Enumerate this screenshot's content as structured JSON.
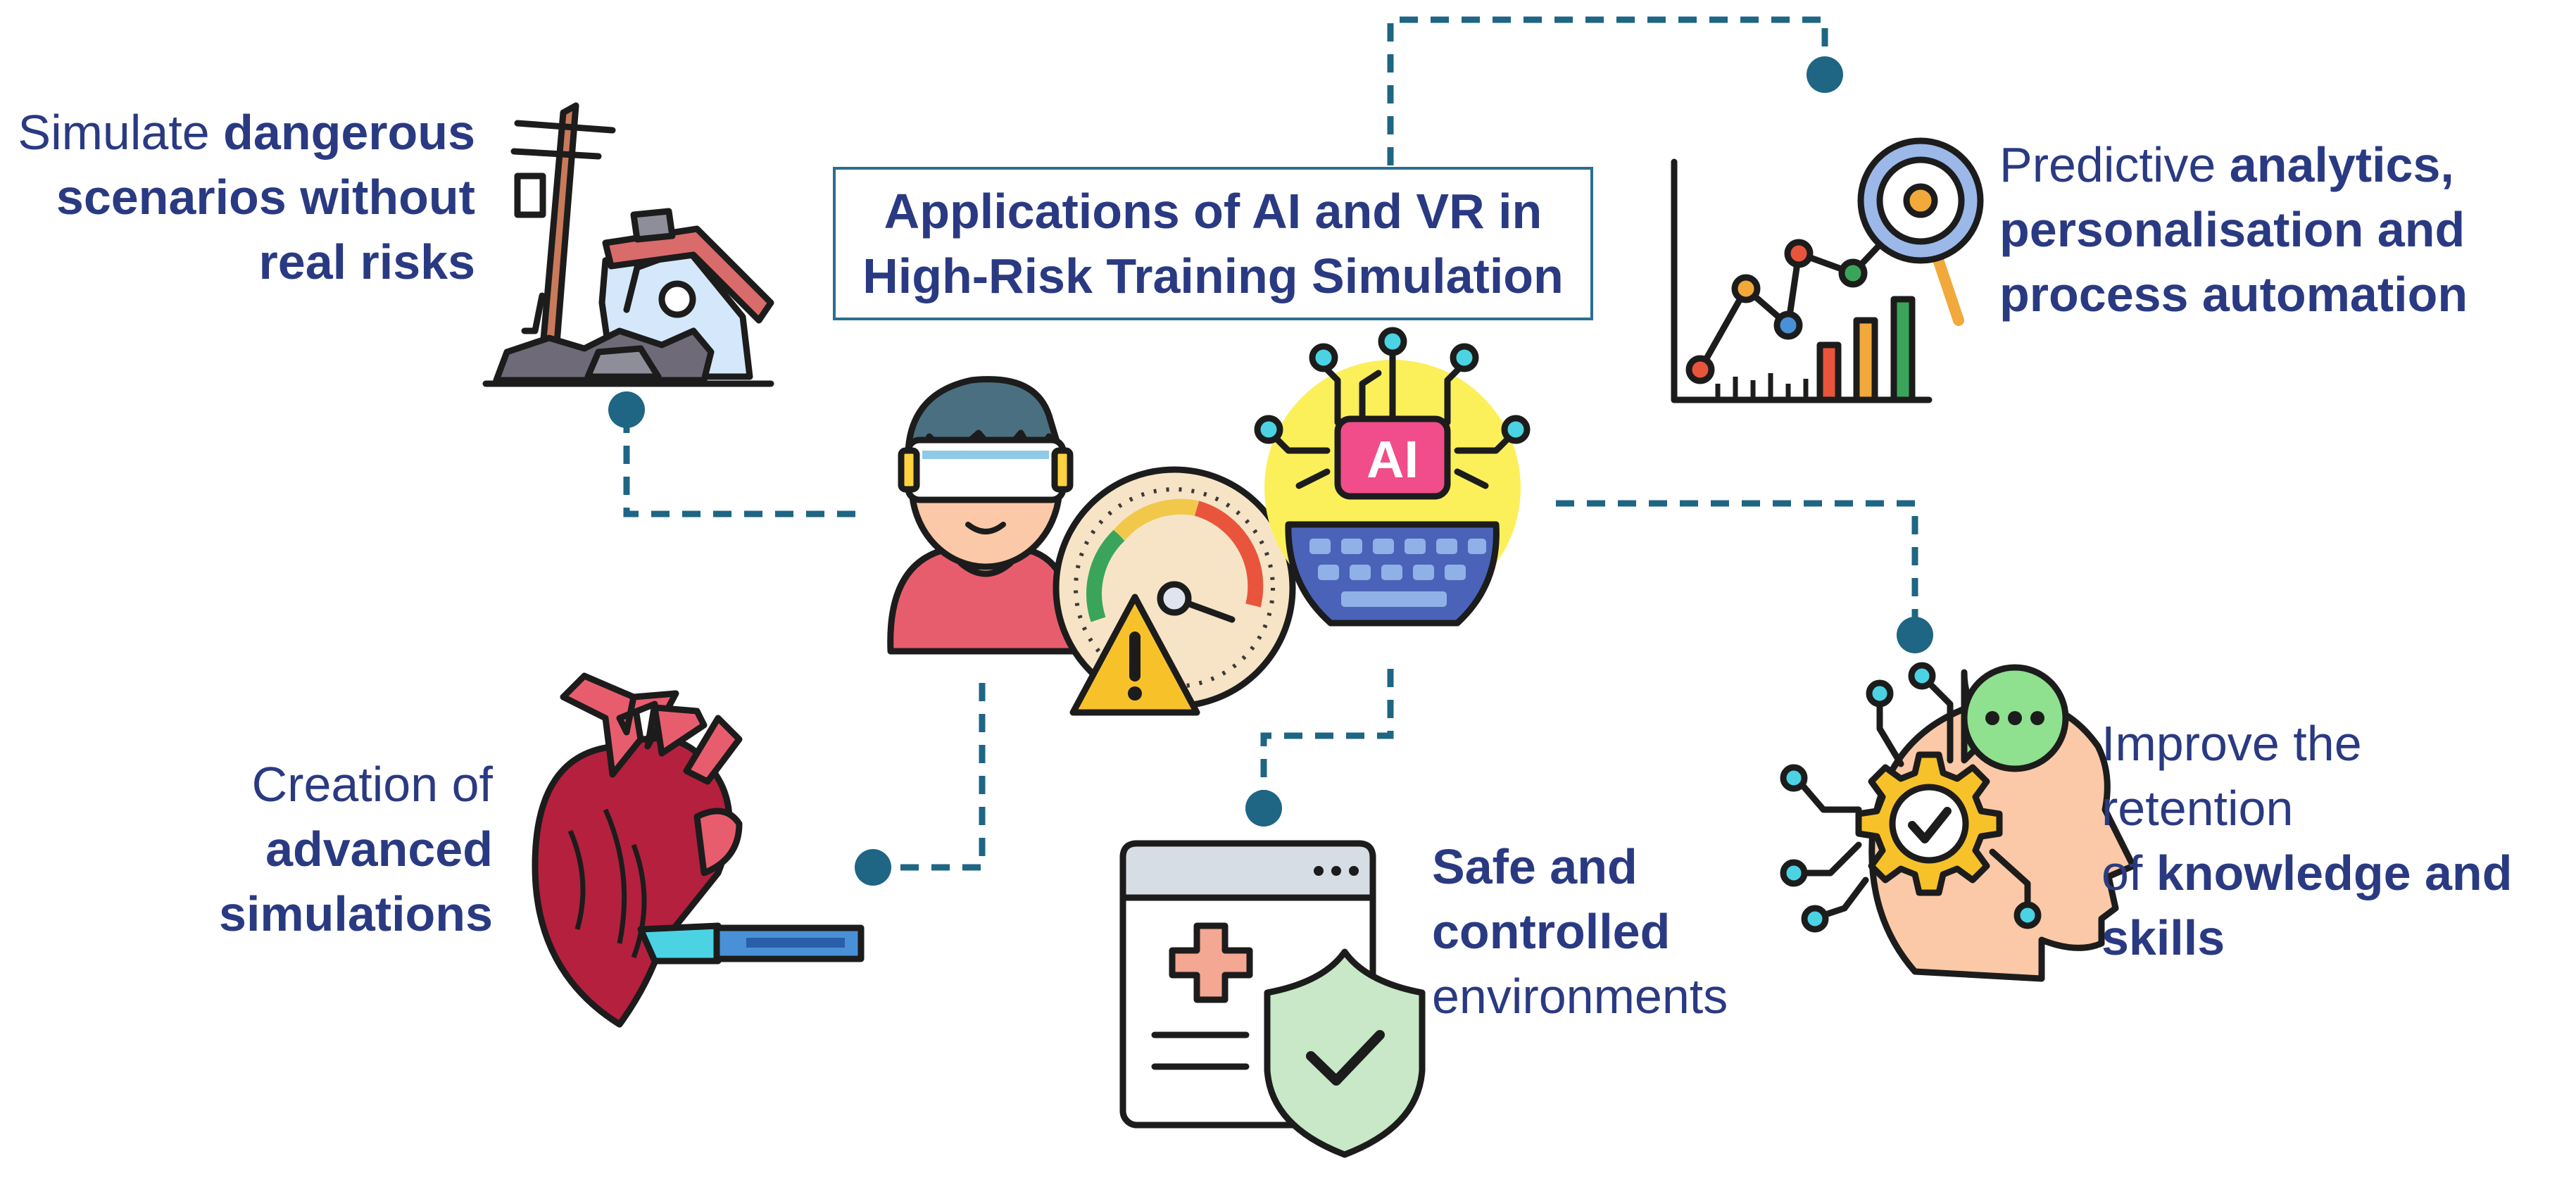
{
  "title": {
    "line1": "Applications of AI and VR in",
    "line2": "High-Risk Training Simulation"
  },
  "nodes": {
    "dangerous": {
      "line1_a": "Simulate ",
      "line1_b": "dangerous",
      "line2": "scenarios without",
      "line3": "real risks"
    },
    "analytics": {
      "line1_a": "Predictive ",
      "line1_b": "analytics,",
      "line2": "personalisation and",
      "line3": "process automation"
    },
    "simulations": {
      "line1": "Creation of",
      "line2": "advanced",
      "line3": "simulations"
    },
    "safe": {
      "line1": "Safe and",
      "line2": "controlled",
      "line3": "environments"
    },
    "retention": {
      "line1": "Improve the retention",
      "line2_a": "of ",
      "line2_b": "knowledge and",
      "line3": "skills"
    }
  },
  "icons": [
    "house-ruin-icon",
    "line-bar-chart-icon",
    "magnifier-icon",
    "vr-user-icon",
    "speedometer-icon",
    "warning-icon",
    "ai-chip-icon",
    "keyboard-icon",
    "anatomical-heart-icon",
    "medical-window-icon",
    "shield-check-icon",
    "head-gear-icon",
    "speech-bubble-icon"
  ],
  "colors": {
    "text": "#2a3a82",
    "connector": "#1f6584",
    "outline": "#1c1c1c"
  }
}
